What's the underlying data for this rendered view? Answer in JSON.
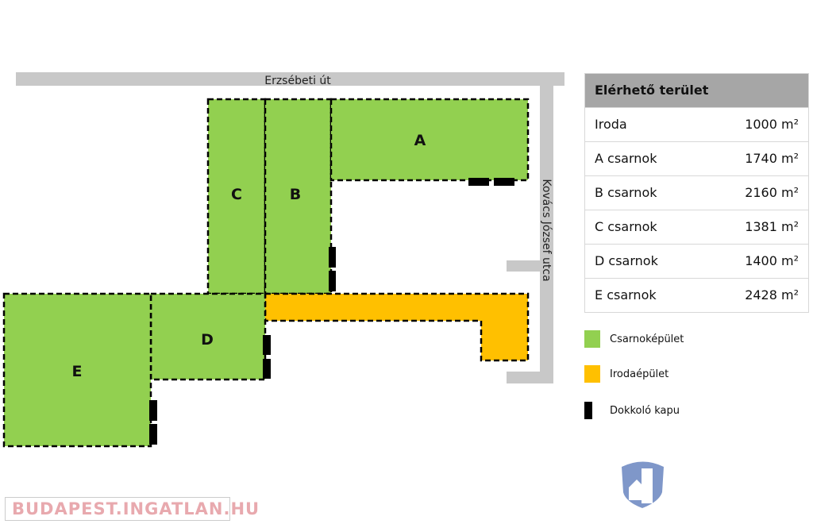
{
  "roads": {
    "top": "Erzsébeti út",
    "right": "Kovács József utca"
  },
  "buildings": {
    "A": "A",
    "B": "B",
    "C": "C",
    "D": "D",
    "E": "E"
  },
  "table": {
    "title": "Elérhető terület",
    "rows": [
      {
        "name": "Iroda",
        "area": "1000 m²"
      },
      {
        "name": "A csarnok",
        "area": "1740 m²"
      },
      {
        "name": "B csarnok",
        "area": "2160 m²"
      },
      {
        "name": "C csarnok",
        "area": "1381 m²"
      },
      {
        "name": "D csarnok",
        "area": "1400 m²"
      },
      {
        "name": "E csarnok",
        "area": "2428 m²"
      }
    ]
  },
  "legend": [
    {
      "label": "Csarnoképület",
      "color": "#92D050"
    },
    {
      "label": "Irodaépület",
      "color": "#FFC000"
    },
    {
      "label": "Dokkoló kapu",
      "color": "#000000"
    }
  ],
  "watermark": "BUDAPEST.INGATLAN.HU",
  "colors": {
    "road": "#C8C8C8",
    "hall": "#92D050",
    "office": "#FFC000"
  }
}
